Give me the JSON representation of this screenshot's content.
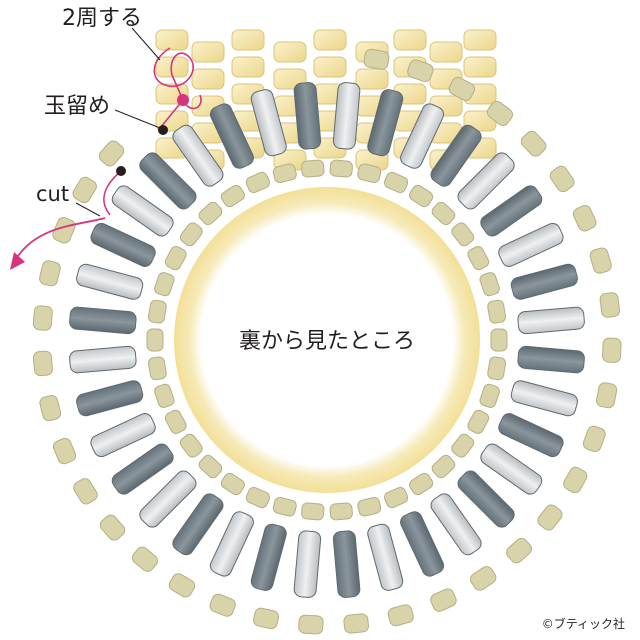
{
  "diagram": {
    "center_caption": "裏から見たところ",
    "annotations": {
      "wrap_twice": "2周する",
      "knot": "玉留め",
      "cut": "cut"
    },
    "credit": "©ブティック社"
  },
  "colors": {
    "gold_bead": "#f3e3a2",
    "gold_bead_edge": "#d9c47a",
    "khaki_bead": "#d8d3a9",
    "khaki_bead_edge": "#b5af86",
    "bugle_dark": "#7b878e",
    "bugle_light": "#d3d6d8",
    "ring_yellow": "#f6eab8",
    "thread_pink": "#d6347f"
  },
  "icons": {
    "arrow": "curved-arrow-icon",
    "copyright": "copyright-icon"
  }
}
